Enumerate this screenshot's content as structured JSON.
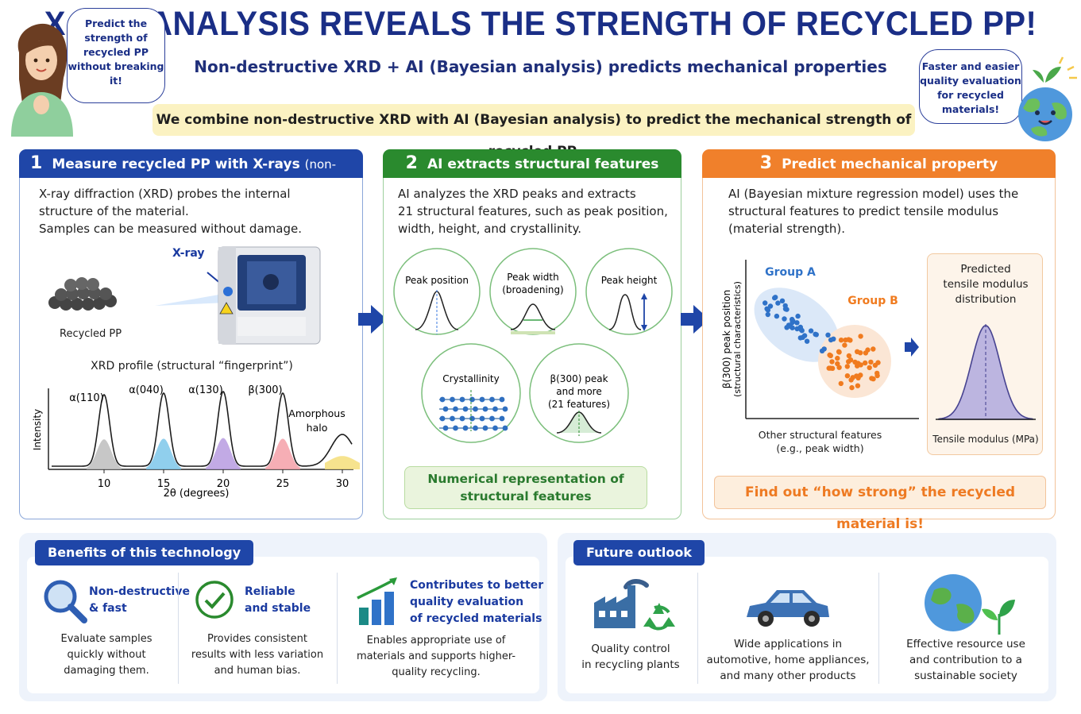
{
  "header": {
    "title": "X-RAY ANALYSIS REVEALS THE STRENGTH OF RECYCLED PP!",
    "subtitle": "Non-destructive XRD + AI (Bayesian analysis) predicts mechanical properties",
    "banner": "We combine non-destructive XRD with AI (Bayesian analysis) to predict the mechanical strength of recycled PP.",
    "bubble_left": "Predict the strength of recycled PP without breaking it!",
    "bubble_right": "Faster and easier quality evaluation for recycled materials!"
  },
  "step1": {
    "number": "1",
    "title": "Measure recycled PP with X-rays",
    "title_suffix": "(non-destructive)",
    "text": "X-ray diffraction (XRD) probes the internal\nstructure of the material.\nSamples can be measured without damage.",
    "xray_label": "X-ray",
    "pellets_label": "Recycled PP",
    "profile_title": "XRD profile (structural “fingerprint”)",
    "y_axis": "Intensity",
    "x_axis": "2θ (degrees)",
    "x_ticks": [
      "10",
      "15",
      "20",
      "25",
      "30"
    ],
    "peak_labels": [
      "α(110)",
      "α(040)",
      "α(130)",
      "β(300)"
    ],
    "halo_label": "Amorphous\nhalo"
  },
  "step2": {
    "number": "2",
    "title": "AI extracts structural features",
    "text": "AI analyzes the XRD peaks and extracts\n21 structural features, such as peak position,\nwidth, height, and crystallinity.",
    "features": [
      "Peak position",
      "Peak width\n(broadening)",
      "Peak height",
      "Crystallinity",
      "β(300) peak\nand more\n(21 features)"
    ],
    "summary": "Numerical representation of\nstructural features"
  },
  "step3": {
    "number": "3",
    "title": "Predict mechanical property",
    "text": "AI (Bayesian mixture regression model) uses the\nstructural features to predict tensile modulus\n(material strength).",
    "group_a": "Group A",
    "group_b": "Group B",
    "y_axis": "β(300) peak position",
    "y_axis_sub": "(structural characteristics)",
    "x_axis": "Other structural features\n(e.g., peak width)",
    "dist_title": "Predicted\ntensile modulus\ndistribution",
    "dist_x": "Tensile modulus (MPa)",
    "callout": "Find out “how strong” the recycled material is!"
  },
  "benefits": {
    "heading": "Benefits of this technology",
    "items": [
      {
        "title": "Non-destructive\n& fast",
        "desc": "Evaluate samples\nquickly without\ndamaging them.",
        "icon": "magnifier-icon"
      },
      {
        "title": "Reliable\nand stable",
        "desc": "Provides consistent\nresults with less variation\nand human bias.",
        "icon": "check-icon"
      },
      {
        "title": "Contributes to better\nquality evaluation\nof recycled materials",
        "desc": "Enables appropriate use of\nmaterials and supports higher-\nquality recycling.",
        "icon": "growth-chart-icon"
      }
    ]
  },
  "outlook": {
    "heading": "Future outlook",
    "items": [
      {
        "desc": "Quality control\nin recycling plants",
        "icon": "factory-recycle-icon"
      },
      {
        "desc": "Wide applications in\nautomotive, home appliances,\nand many other products",
        "icon": "car-icon"
      },
      {
        "desc": "Effective resource use\nand contribution to a\nsustainable society",
        "icon": "earth-plant-icon"
      }
    ]
  },
  "colors": {
    "navy": "#1a2e86",
    "blue": "#1f46a8",
    "green": "#2a8a2e",
    "orange": "#f0802b",
    "group_a": "#2f72c8",
    "group_b": "#f07b1f",
    "distribution": "#b9b2e0"
  }
}
